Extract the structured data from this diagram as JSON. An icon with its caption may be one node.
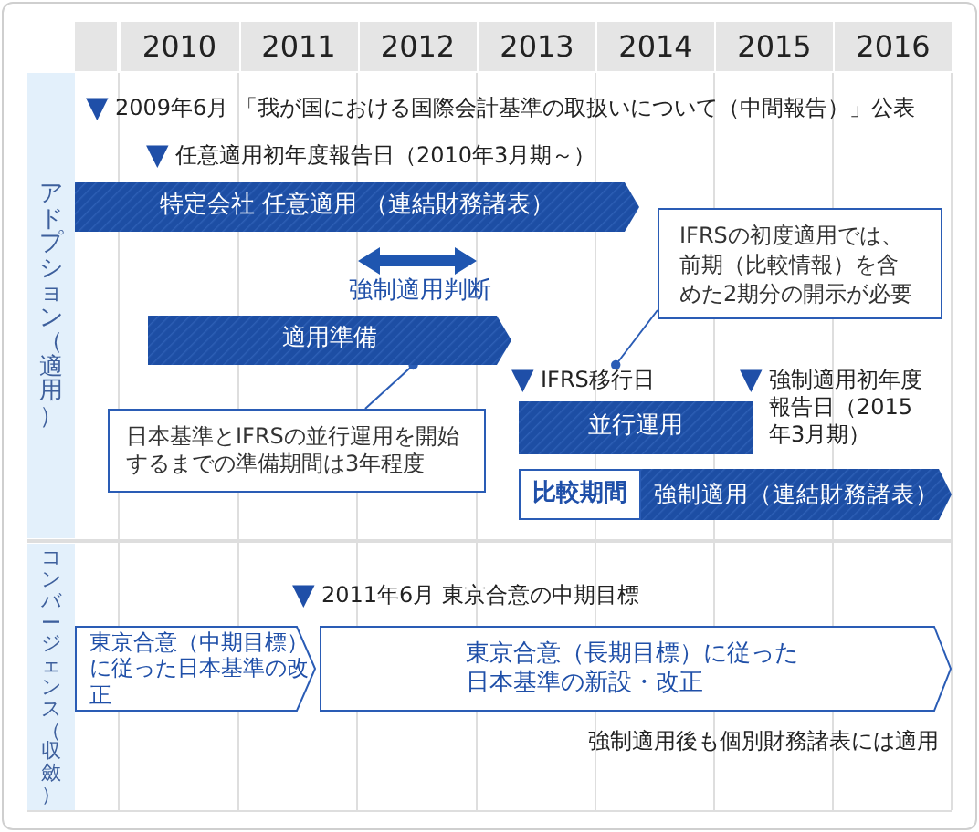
{
  "diagram": {
    "nodes": [
      {
        "text": [
          "アドプション（適用）"
        ]
      },
      {
        "text": [
          "特定会社 任意適用 （連結財務諸表）"
        ]
      },
      {
        "text": [
          "IFRSの初度適用では、前期（比較情報）を含めた2期分の開示が必要"
        ]
      },
      {
        "text": [
          "適用準備"
        ]
      },
      {
        "text": [
          "日本基準とIFRSの並行運用を開始するまでの準備期間は3年程度"
        ]
      },
      {
        "text": [
          "▼IFRS移行日"
        ]
      },
      {
        "text": [
          "並行運用"
        ]
      },
      {
        "text": [
          "比較期間"
        ]
      },
      {
        "text": [
          "強制適用（連結財務諸表）"
        ]
      },
      {
        "text": [
          "コンバージェンス（収斂）"
        ]
      },
      {
        "text": [
          "東京合意（中期目標）に従った日本基準の改正"
        ]
      },
      {
        "text": [
          "東京合意（長期目標）に従った日本基準の新設・改正"
        ]
      }
    ],
    "edges": [
      {
        "from": 2,
        "to": 5,
        "arrow": "other"
      },
      {
        "from": 4,
        "to": 3,
        "arrow": "other"
      }
    ],
    "labels": [
      "2010",
      "2011",
      "2012",
      "2013",
      "2014",
      "2015",
      "2016",
      "▼2009年6月 「我が国における国際会計基準の取扱いについて（中間報告）」公表",
      "▼任意適用初年度報告日（2010年3月期～）",
      "強制適用判断",
      "▼強制適用初年度報告日（2015年3月期）",
      "▼2011年6月 東京合意の中期目標",
      "強制適用後も個別財務諸表には適用"
    ]
  }
}
